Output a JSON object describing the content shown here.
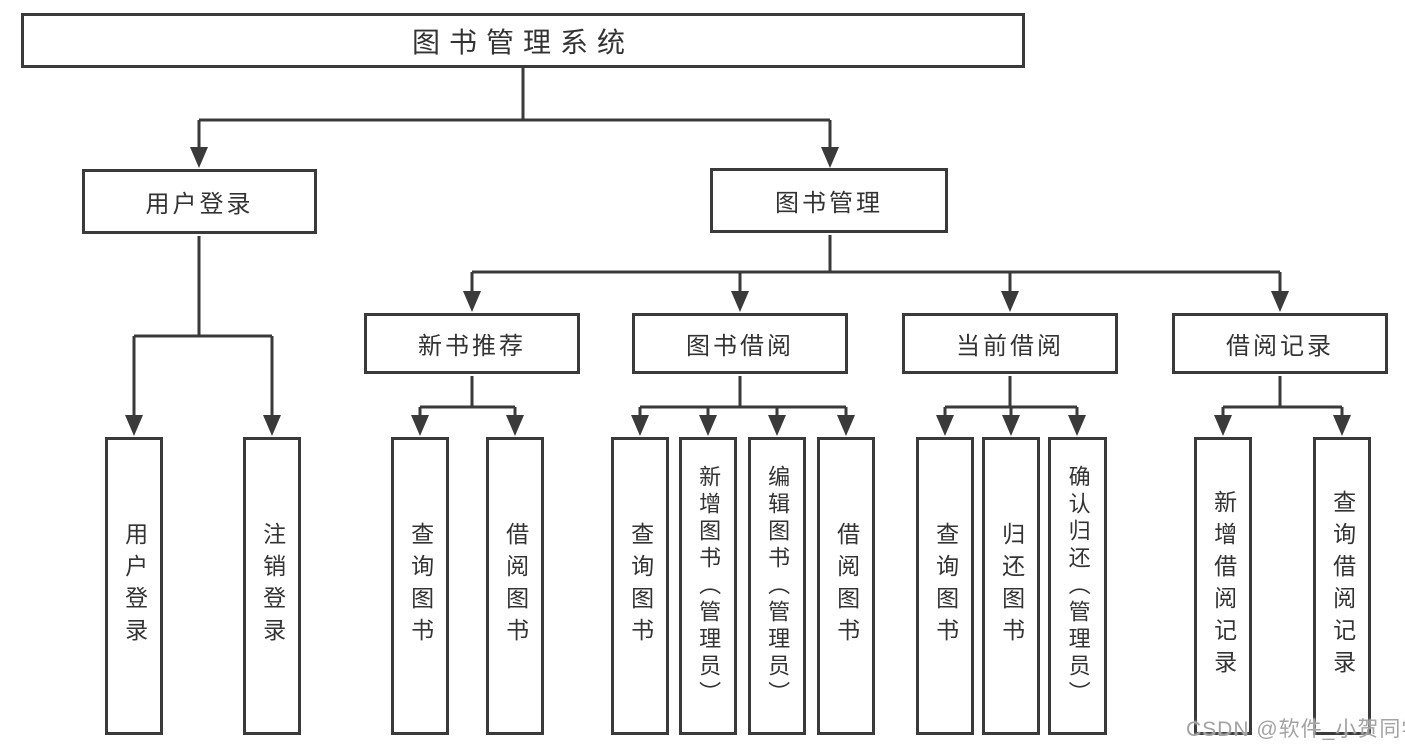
{
  "colors": {
    "line": "#3a3a3a",
    "box_border": "#3a3a3a",
    "box_background": "#ffffff",
    "text": "#333333",
    "watermark": "#a3a3a3"
  },
  "watermark": "CSDN @软件_小贺同学",
  "nodes": {
    "root": {
      "label": "图书管理系统"
    },
    "user_login": {
      "label": "用户登录"
    },
    "book_mgmt": {
      "label": "图书管理"
    },
    "new_books": {
      "label": "新书推荐"
    },
    "book_borrow": {
      "label": "图书借阅"
    },
    "current_borrow": {
      "label": "当前借阅"
    },
    "borrow_records": {
      "label": "借阅记录"
    },
    "leaf_user_login": {
      "label": "用户登录"
    },
    "leaf_logout": {
      "label": "注销登录"
    },
    "leaf_nb_query_books": {
      "label": "查询图书"
    },
    "leaf_nb_borrow_books": {
      "label": "借阅图书"
    },
    "leaf_bb_query_books": {
      "label": "查询图书"
    },
    "leaf_bb_add_books": {
      "label": "新增图书（管理员）"
    },
    "leaf_bb_edit_books": {
      "label": "编辑图书（管理员）"
    },
    "leaf_bb_borrow_books": {
      "label": "借阅图书"
    },
    "leaf_cb_query_books": {
      "label": "查询图书"
    },
    "leaf_cb_return_books": {
      "label": "归还图书"
    },
    "leaf_cb_confirm_return": {
      "label": "确认归还（管理员）"
    },
    "leaf_br_add_record": {
      "label": "新增借阅记录"
    },
    "leaf_br_query_record": {
      "label": "查询借阅记录"
    }
  },
  "hierarchy": {
    "root": "图书管理系统",
    "children": [
      {
        "label": "用户登录",
        "children": [
          "用户登录",
          "注销登录"
        ]
      },
      {
        "label": "图书管理",
        "children": [
          {
            "label": "新书推荐",
            "children": [
              "查询图书",
              "借阅图书"
            ]
          },
          {
            "label": "图书借阅",
            "children": [
              "查询图书",
              "新增图书（管理员）",
              "编辑图书（管理员）",
              "借阅图书"
            ]
          },
          {
            "label": "当前借阅",
            "children": [
              "查询图书",
              "归还图书",
              "确认归还（管理员）"
            ]
          },
          {
            "label": "借阅记录",
            "children": [
              "新增借阅记录",
              "查询借阅记录"
            ]
          }
        ]
      }
    ]
  }
}
